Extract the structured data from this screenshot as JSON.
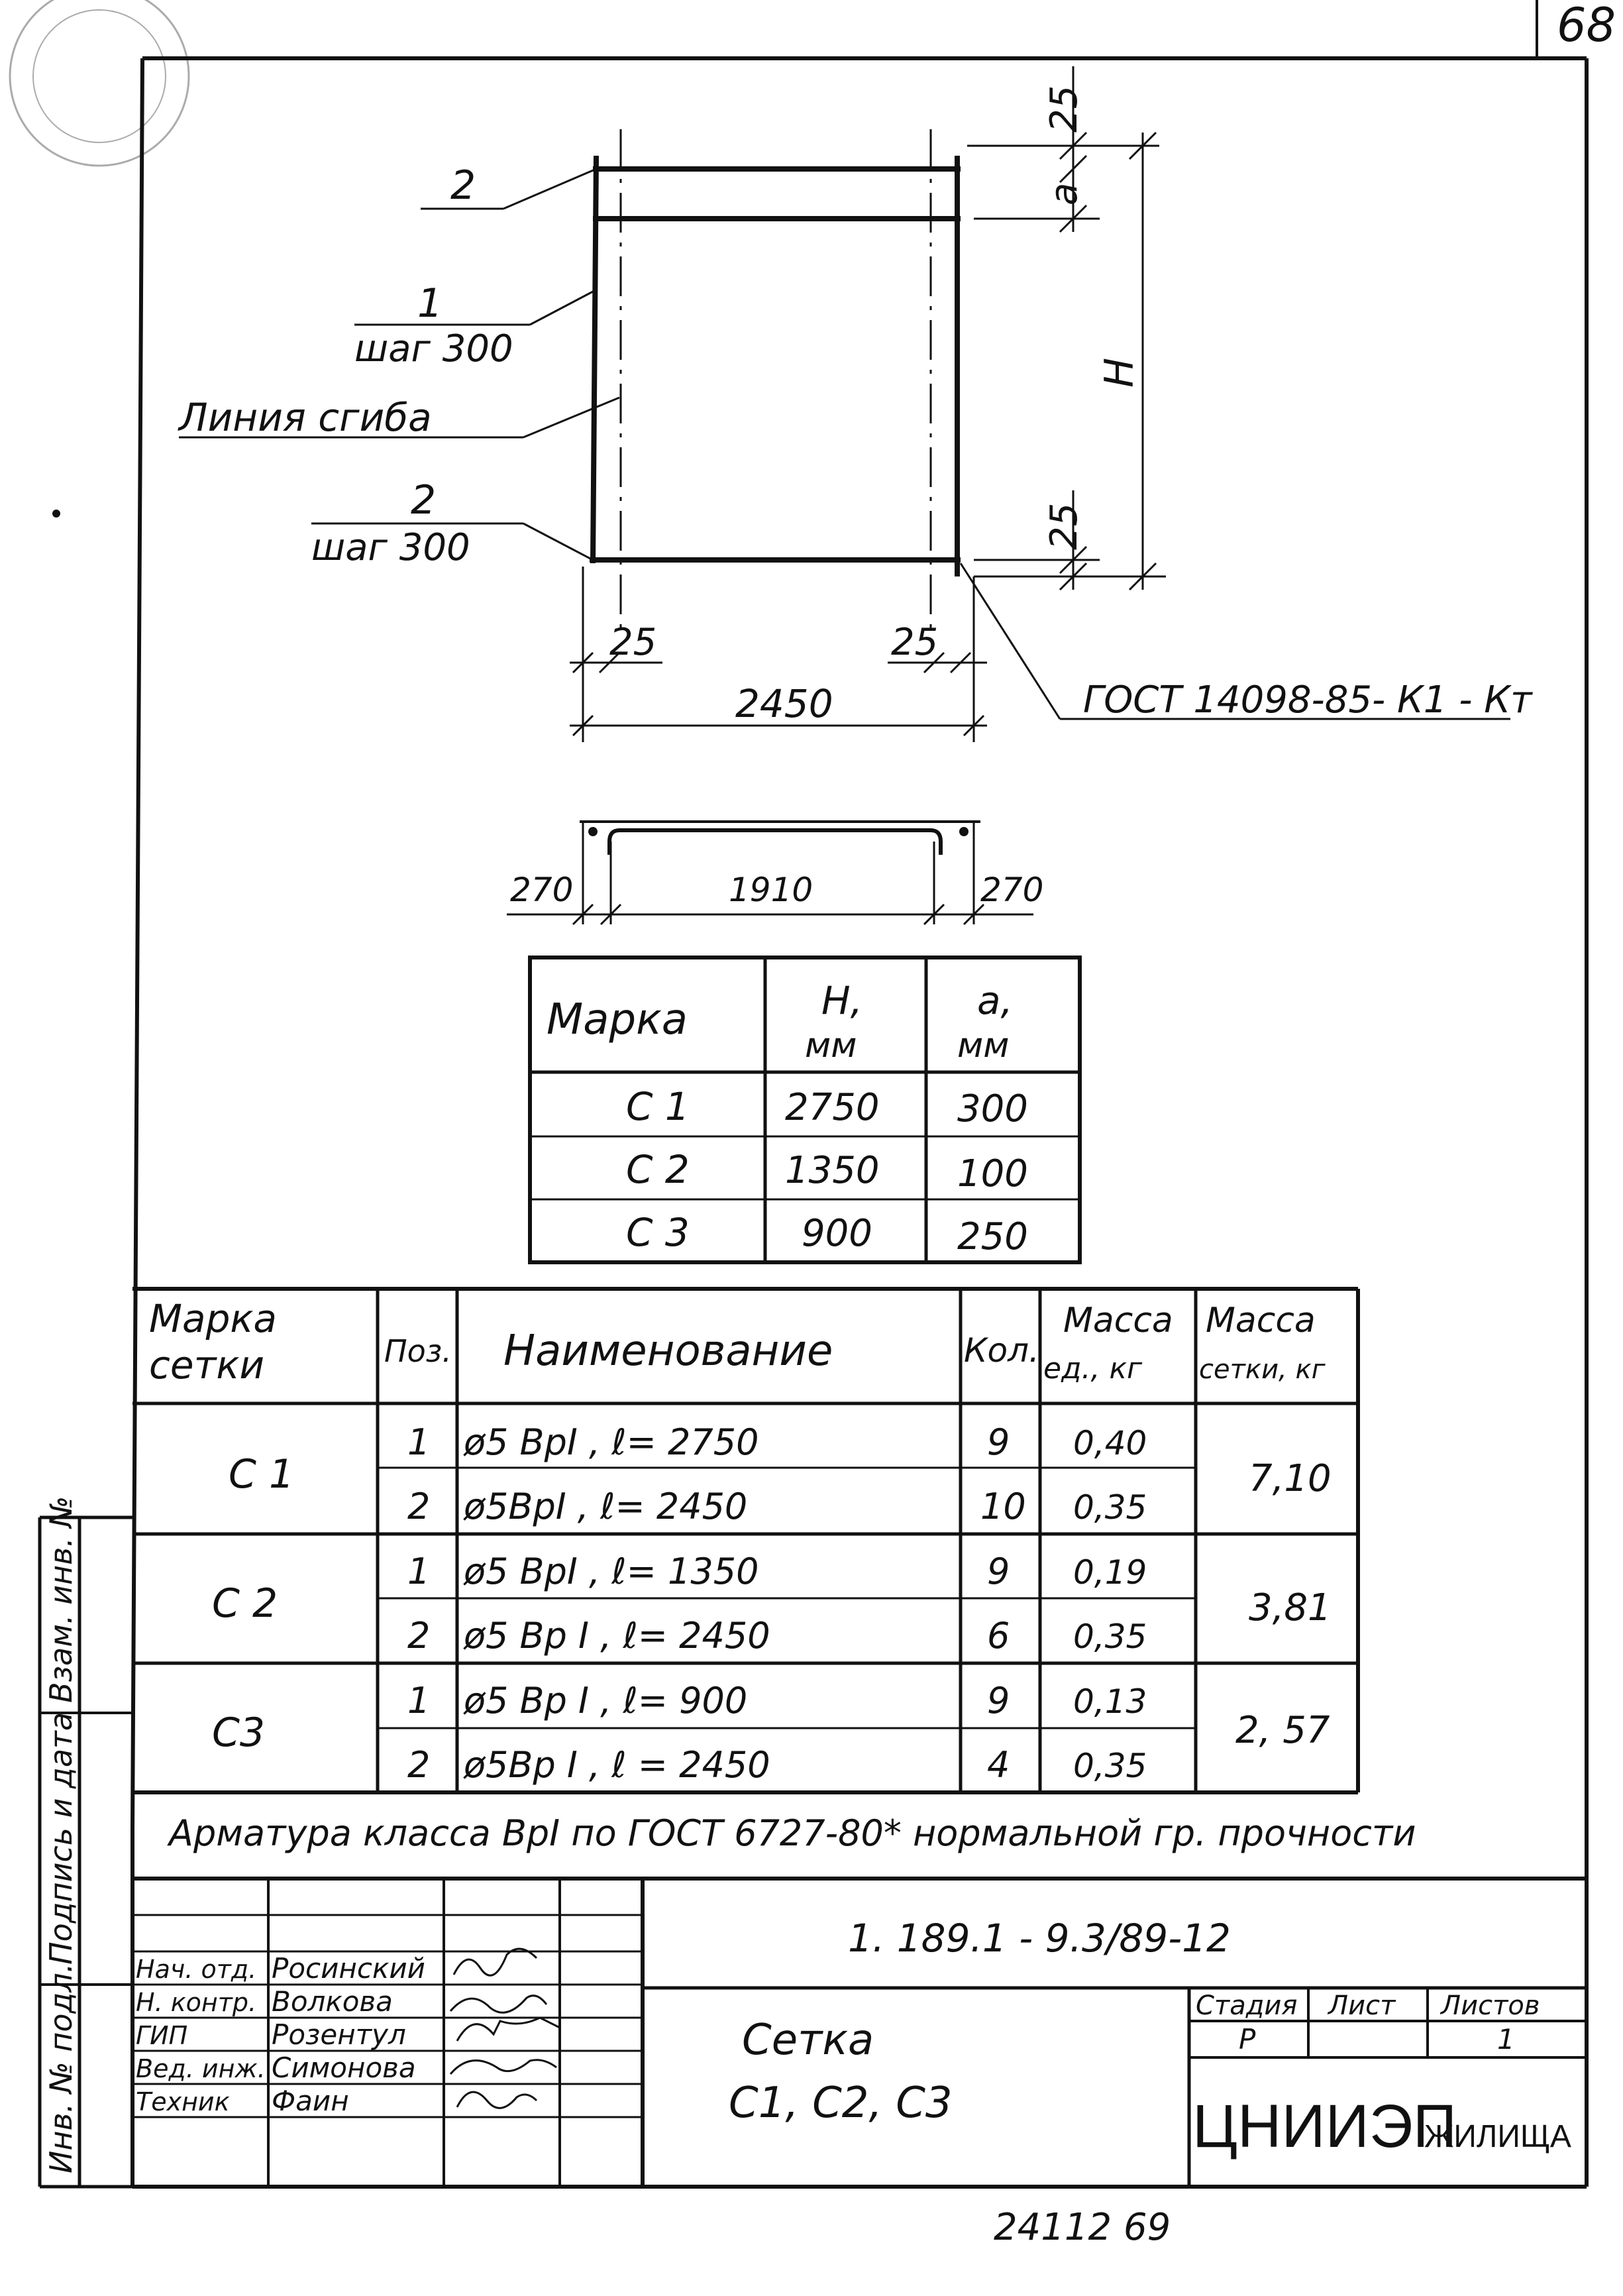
{
  "sheet_number": "68",
  "bottom_number": "24112  69",
  "drawing": {
    "label_pos2_top": "2",
    "label_pos1": "1",
    "label_step1": "шаг 300",
    "label_bend": "Линия сгиба",
    "label_pos2_bottom": "2",
    "label_step2": "шаг 300",
    "dim_25_top": "25",
    "dim_a": "a",
    "dim_H": "H",
    "dim_25_right": "25",
    "dim_25_left": "25",
    "dim_25_mid": "25",
    "dim_2450": "2450",
    "gost_ref": "ГОСТ 14098-85- К1 - Кт",
    "dim_270_left": "270",
    "dim_1910": "1910",
    "dim_270_right": "270"
  },
  "small_table": {
    "headers": [
      "Марка",
      "H,\nмм",
      "a,\nмм"
    ],
    "header_h": [
      "H,",
      "мм"
    ],
    "header_a": [
      "a,",
      "мм"
    ],
    "rows": [
      [
        "С 1",
        "2750",
        "300"
      ],
      [
        "С 2",
        "1350",
        "100"
      ],
      [
        "С 3",
        "900",
        "250"
      ]
    ]
  },
  "spec_table": {
    "h_mark": [
      "Марка",
      "сетки"
    ],
    "h_pos": "Поз.",
    "h_name": "Наименование",
    "h_qty": "Кол.",
    "h_mass_unit": [
      "Масса",
      "ед., кг"
    ],
    "h_mass_total": [
      "Масса",
      "сетки, кг"
    ],
    "groups": [
      {
        "mark": "С 1",
        "total": "7,10",
        "rows": [
          {
            "pos": "1",
            "name": "ø5 ВрI , ℓ= 2750",
            "qty": "9",
            "unit": "0,40"
          },
          {
            "pos": "2",
            "name": "ø5ВрI , ℓ= 2450",
            "qty": "10",
            "unit": "0,35"
          }
        ]
      },
      {
        "mark": "С 2",
        "total": "3,81",
        "rows": [
          {
            "pos": "1",
            "name": "ø5 ВрI , ℓ= 1350",
            "qty": "9",
            "unit": "0,19"
          },
          {
            "pos": "2",
            "name": "ø5 Вр I , ℓ= 2450",
            "qty": "6",
            "unit": "0,35"
          }
        ]
      },
      {
        "mark": "С3",
        "total": "2, 57",
        "rows": [
          {
            "pos": "1",
            "name": "ø5 Вр I , ℓ= 900",
            "qty": "9",
            "unit": "0,13"
          },
          {
            "pos": "2",
            "name": "ø5Вр I , ℓ = 2450",
            "qty": "4",
            "unit": "0,35"
          }
        ]
      }
    ],
    "note": "Арматура класса ВрI по ГОСТ 6727-80* нормальной гр. прочности"
  },
  "side_stamp": {
    "inv_podl": "Инв. № подл.",
    "sign_date": "Подпись и дата",
    "vzam": "Взам. инв. №"
  },
  "title_block": {
    "doc_code": "1. 189.1 - 9.3/89-12",
    "title_line1": "Сетка",
    "title_line2": "С1, С2, С3",
    "stage_label": "Стадия",
    "sheet_label": "Лист",
    "sheets_label": "Листов",
    "stage_value": "Р",
    "sheet_value": "",
    "sheets_value": "1",
    "org_main": "ЦНИИЭП",
    "org_sub": "ЖИЛИЩА",
    "people": [
      {
        "role": "Нач. отд.",
        "name": "Росинский"
      },
      {
        "role": "Н. контр.",
        "name": "Волкова"
      },
      {
        "role": "ГИП",
        "name": "Розентул"
      },
      {
        "role": "Вед. инж.",
        "name": "Симонова"
      },
      {
        "role": "Техник",
        "name": "Фаин"
      }
    ]
  }
}
